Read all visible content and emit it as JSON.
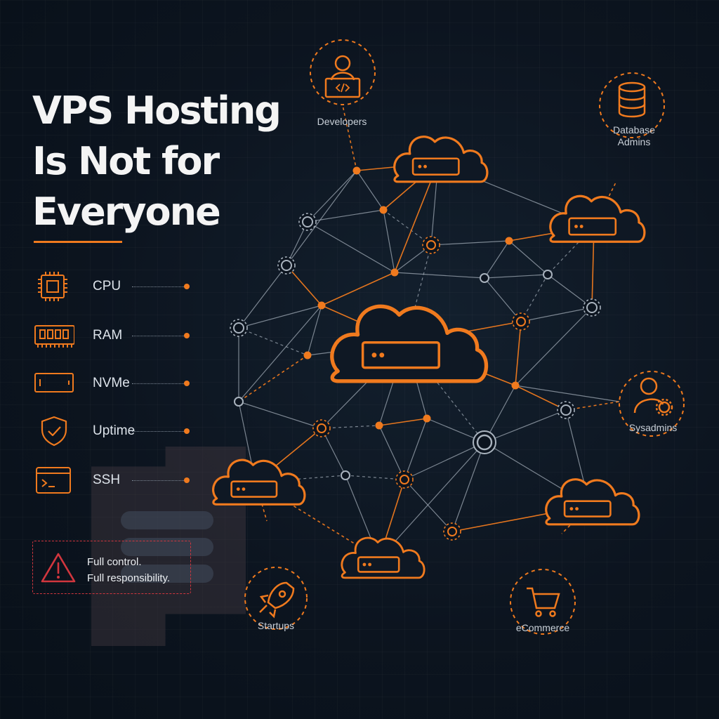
{
  "title": {
    "line1": "VPS Hosting",
    "line2": "Is Not for",
    "line3": "Everyone"
  },
  "features": [
    {
      "label": "CPU",
      "icon": "cpu-chip-icon"
    },
    {
      "label": "RAM",
      "icon": "ram-module-icon"
    },
    {
      "label": "NVMe",
      "icon": "nvme-drive-icon"
    },
    {
      "label": "Uptime",
      "icon": "shield-check-icon"
    },
    {
      "label": "SSH",
      "icon": "terminal-icon"
    }
  ],
  "warning": {
    "line1": "Full control.",
    "line2": "Full responsibility.",
    "icon": "warning-triangle-icon"
  },
  "audiences": {
    "developers": {
      "label": "Developers",
      "icon": "developer-laptop-icon"
    },
    "database_admins": {
      "line1": "Database",
      "line2": "Admins",
      "icon": "database-icon"
    },
    "sysadmins": {
      "label": "Sysadmins",
      "icon": "user-gear-icon"
    },
    "startups": {
      "label": "Startups",
      "icon": "rocket-icon"
    },
    "ecommerce": {
      "label": "eCommerce",
      "icon": "shopping-cart-icon"
    }
  },
  "colors": {
    "accent": "#f07a1e",
    "line": "#a9b3be",
    "warning": "#d2363e",
    "background": "#0c141f"
  }
}
